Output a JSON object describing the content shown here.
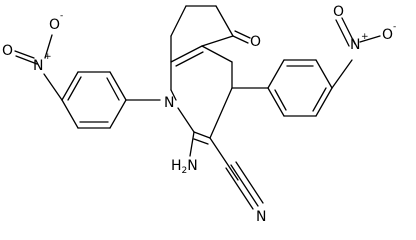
{
  "molecule": {
    "atoms": {
      "nitro_left": {
        "n": "N",
        "n_charge": "+",
        "o_double": "O",
        "o_single": "O",
        "o_charge": "-"
      },
      "nitro_right": {
        "n": "N",
        "n_charge": "+",
        "o_double": "O",
        "o_single": "O",
        "o_charge": "-"
      },
      "ring_n": "N",
      "ketone_o": "O",
      "amine": {
        "main": "H",
        "sub": "2",
        "n": "N"
      },
      "nitrile_n": "N"
    }
  }
}
